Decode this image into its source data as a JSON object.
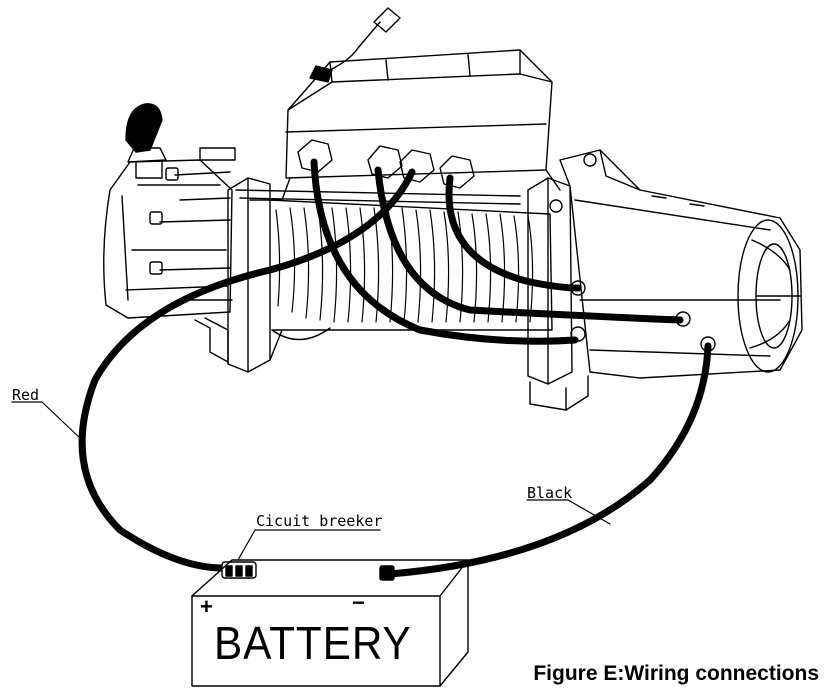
{
  "labels": {
    "red": "Red",
    "black": "Black",
    "breaker": "Cicuit breeker"
  },
  "battery": {
    "text": "BATTERY",
    "plus": "+",
    "minus": "−"
  },
  "caption": "Figure E:Wiring connections",
  "colors": {
    "line": "#000000",
    "background": "#ffffff"
  }
}
